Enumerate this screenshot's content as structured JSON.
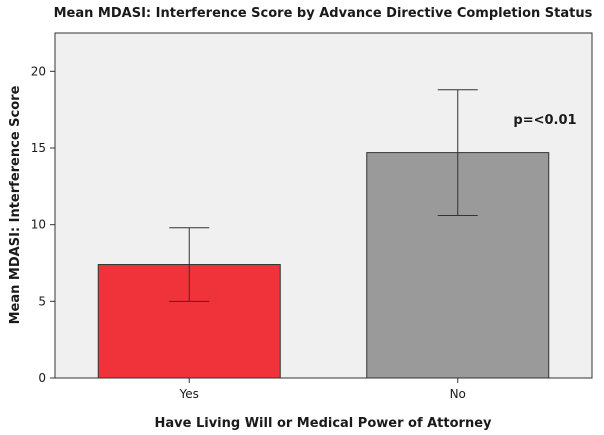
{
  "chart_data": {
    "type": "bar",
    "title": "Mean MDASI: Interference Score by Advance Directive Completion Status",
    "xlabel": "Have Living Will or Medical Power of Attorney",
    "ylabel": "Mean MDASI: Interference Score",
    "categories": [
      "Yes",
      "No"
    ],
    "values": [
      7.4,
      14.7
    ],
    "error_low": [
      5.0,
      10.6
    ],
    "error_high": [
      9.8,
      18.8
    ],
    "ylim": [
      0,
      22.5
    ],
    "yticks": [
      0,
      5,
      10,
      15,
      20
    ],
    "colors": [
      "#f0323a",
      "#9a9a9a"
    ],
    "plot_background": "#f0f0f0",
    "annotation": "p=<0.01",
    "grid": false,
    "legend": "none"
  }
}
